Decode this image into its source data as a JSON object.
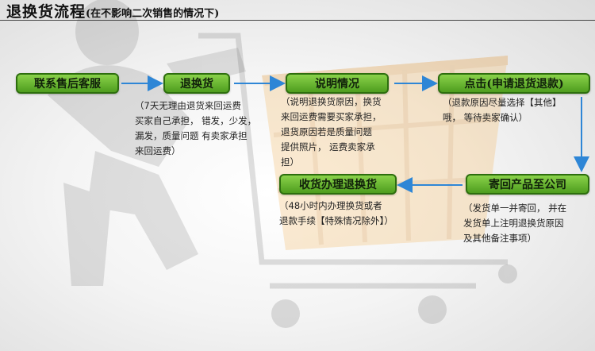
{
  "title": {
    "main": "退换货流程",
    "sub": "(在不影响二次销售的情况下)"
  },
  "steps": {
    "contact": "联系售后客服",
    "return": "退换货",
    "explain": "说明情况",
    "apply": "点击(申请退货退款)",
    "send": "寄回产品至公司",
    "receive": "收货办理退换货"
  },
  "notes": {
    "return": [
      "（7天无理由退货来回运费",
      "买家自己承担， 错发，少发，",
      "漏发，质量问题 有卖家承担",
      "来回运费）"
    ],
    "explain": [
      "（说明退换货原因，换货",
      "来回运费需要买家承担，",
      "退货原因若是质量问题",
      "提供照片， 运费卖家承",
      "担）"
    ],
    "apply": [
      "（退款原因尽量选择【其他】",
      "哦， 等待卖家确认）"
    ],
    "send": [
      "（发货单一并寄回， 并在",
      "发货单上注明退换货原因",
      "及其他备注事项）"
    ],
    "receive": [
      "（48小时内办理换货或者",
      "退款手续【特殊情况除外】）"
    ]
  },
  "colors": {
    "step_fill": "#6cbf34",
    "step_border": "#2d6e0e",
    "arrow": "#2e86d6"
  }
}
